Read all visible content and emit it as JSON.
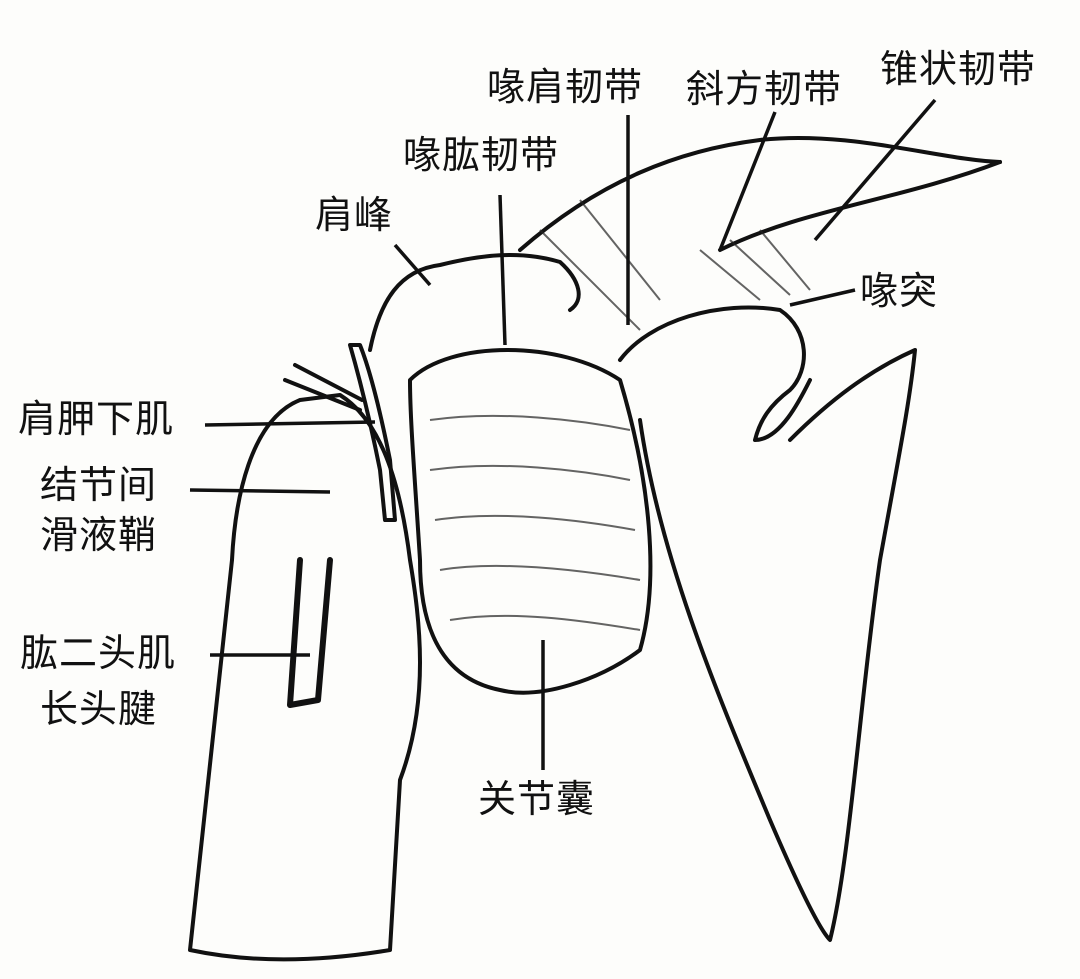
{
  "labels": {
    "coracoacromial_ligament": "喙肩韧带",
    "trapezoid_ligament": "斜方韧带",
    "conoid_ligament": "锥状韧带",
    "coracohumeral_ligament": "喙肱韧带",
    "acromion": "肩峰",
    "coracoid_process": "喙突",
    "subscapularis": "肩胛下肌",
    "intertubercular_sheath_line1": "结节间",
    "intertubercular_sheath_line2": "滑液鞘",
    "biceps_tendon_line1": "肱二头肌",
    "biceps_tendon_line2": "长头腱",
    "joint_capsule": "关节囊"
  }
}
